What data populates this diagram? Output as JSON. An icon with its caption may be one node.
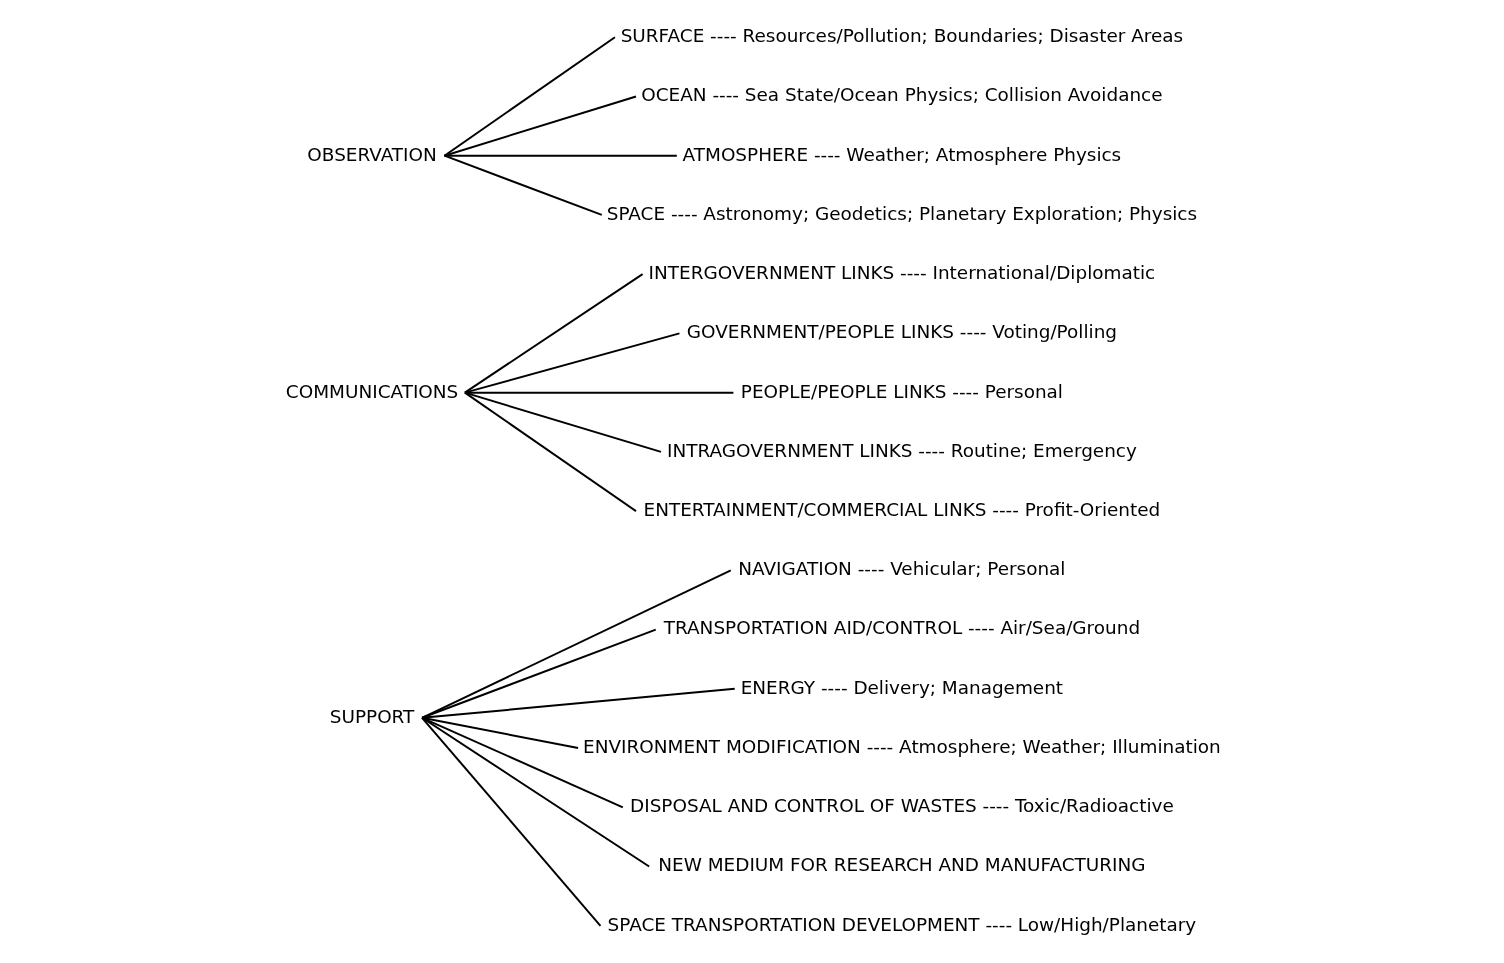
{
  "diagram": {
    "nodes": [
      {
        "text": [
          "OBSERVATION"
        ]
      },
      {
        "text": [
          "SURFACE ---- Resources/Pollution; Boundaries; Disaster Areas"
        ]
      },
      {
        "text": [
          "OCEAN ---- Sea State/Ocean Physics; Collision Avoidance"
        ]
      },
      {
        "text": [
          "ATMOSPHERE ---- Weather; Atmosphere Physics"
        ]
      },
      {
        "text": [
          "SPACE ---- Astronomy; Geodetics; Planetary Exploration; Physics"
        ]
      },
      {
        "text": [
          "COMMUNICATIONS"
        ]
      },
      {
        "text": [
          "INTERGOVERNMENT LINKS ---- International/Diplomatic"
        ]
      },
      {
        "text": [
          "GOVERNMENT/PEOPLE LINKS ---- Voting/Polling"
        ]
      },
      {
        "text": [
          "PEOPLE/PEOPLE LINKS ---- Personal"
        ]
      },
      {
        "text": [
          "INTRAGOVERNMENT LINKS ---- Routine; Emergency"
        ]
      },
      {
        "text": [
          "ENTERTAINMENT/COMMERCIAL LINKS ---- Profit-Oriented"
        ]
      },
      {
        "text": [
          "SUPPORT"
        ]
      },
      {
        "text": [
          "NAVIGATION ---- Vehicular; Personal"
        ]
      },
      {
        "text": [
          "TRANSPORTATION AID/CONTROL ---- Air/Sea/Ground"
        ]
      },
      {
        "text": [
          "ENERGY ---- Delivery; Management"
        ]
      },
      {
        "text": [
          "ENVIRONMENT MODIFICATION ---- Atmosphere; Weather; Illumination"
        ]
      },
      {
        "text": [
          "DISPOSAL AND CONTROL OF WASTES ---- Toxic/Radioactive"
        ]
      },
      {
        "text": [
          "NEW MEDIUM FOR RESEARCH AND MANUFACTURING"
        ]
      },
      {
        "text": [
          "SPACE TRANSPORTATION DEVELOPMENT ---- Low/High/Planetary"
        ]
      }
    ],
    "edges": [
      {
        "from": 0,
        "to": 1,
        "arrow": "none"
      },
      {
        "from": 0,
        "to": 2,
        "arrow": "none"
      },
      {
        "from": 0,
        "to": 3,
        "arrow": "none"
      },
      {
        "from": 0,
        "to": 4,
        "arrow": "none"
      },
      {
        "from": 5,
        "to": 6,
        "arrow": "none"
      },
      {
        "from": 5,
        "to": 7,
        "arrow": "none"
      },
      {
        "from": 5,
        "to": 8,
        "arrow": "none"
      },
      {
        "from": 5,
        "to": 9,
        "arrow": "none"
      },
      {
        "from": 5,
        "to": 10,
        "arrow": "none"
      },
      {
        "from": 11,
        "to": 12,
        "arrow": "none"
      },
      {
        "from": 11,
        "to": 13,
        "arrow": "none"
      },
      {
        "from": 11,
        "to": 14,
        "arrow": "none"
      },
      {
        "from": 11,
        "to": 15,
        "arrow": "none"
      },
      {
        "from": 11,
        "to": 16,
        "arrow": "none"
      },
      {
        "from": 11,
        "to": 17,
        "arrow": "none"
      },
      {
        "from": 11,
        "to": 18,
        "arrow": "none"
      }
    ]
  }
}
